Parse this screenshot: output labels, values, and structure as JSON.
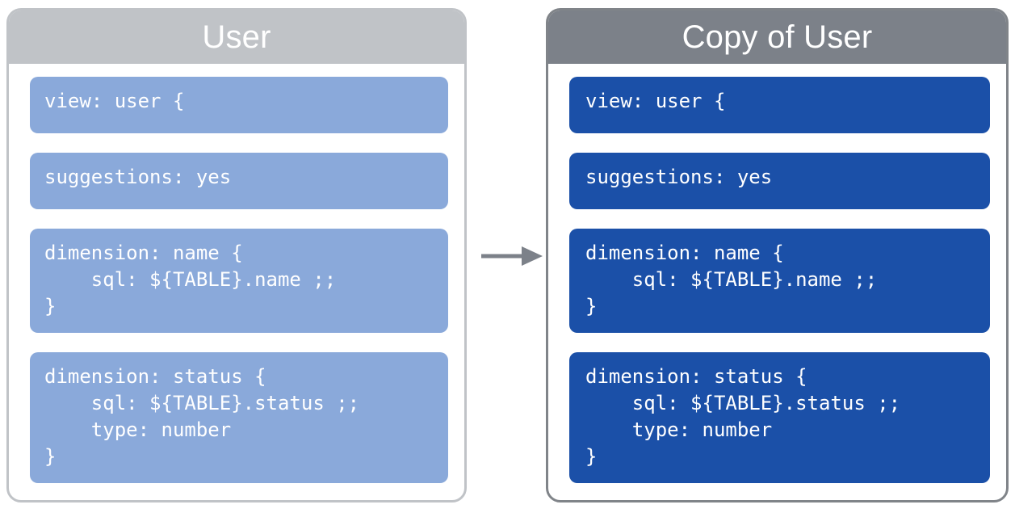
{
  "diagram": {
    "type": "copy-transform",
    "arrow": {
      "name": "right-arrow",
      "color": "#7C8189",
      "direction": "left-to-right"
    },
    "panels": [
      {
        "id": "source",
        "title": "User",
        "header_color": "#C0C3C7",
        "border_color": "#C0C3C7",
        "block_color": "#8AA9DA",
        "blocks": [
          {
            "id": "view",
            "code": "view: user {"
          },
          {
            "id": "suggestions",
            "code": "suggestions: yes"
          },
          {
            "id": "dimension-name",
            "code": "dimension: name {\n    sql: ${TABLE}.name ;;\n}"
          },
          {
            "id": "dimension-status",
            "code": "dimension: status {\n    sql: ${TABLE}.status ;;\n    type: number\n}"
          }
        ]
      },
      {
        "id": "copy",
        "title": "Copy of User",
        "header_color": "#7C8189",
        "border_color": "#808489",
        "block_color": "#1B50A8",
        "blocks": [
          {
            "id": "view",
            "code": "view: user {"
          },
          {
            "id": "suggestions",
            "code": "suggestions: yes"
          },
          {
            "id": "dimension-name",
            "code": "dimension: name {\n    sql: ${TABLE}.name ;;\n}"
          },
          {
            "id": "dimension-status",
            "code": "dimension: status {\n    sql: ${TABLE}.status ;;\n    type: number\n}"
          }
        ]
      }
    ]
  }
}
